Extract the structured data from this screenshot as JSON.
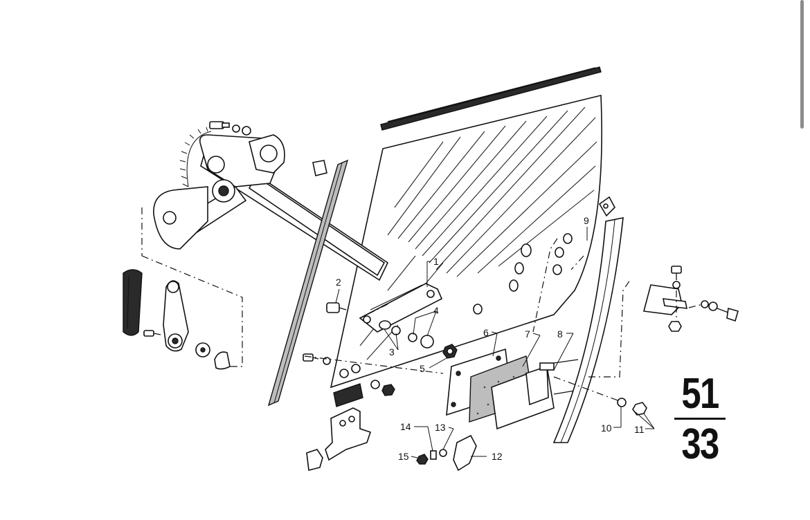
{
  "diagram": {
    "callouts": [
      "1",
      "2",
      "3",
      "4",
      "5",
      "6",
      "7",
      "8",
      "9",
      "10",
      "11",
      "12",
      "13",
      "14",
      "15"
    ]
  },
  "group_code": {
    "top": "51",
    "bottom": "33"
  }
}
